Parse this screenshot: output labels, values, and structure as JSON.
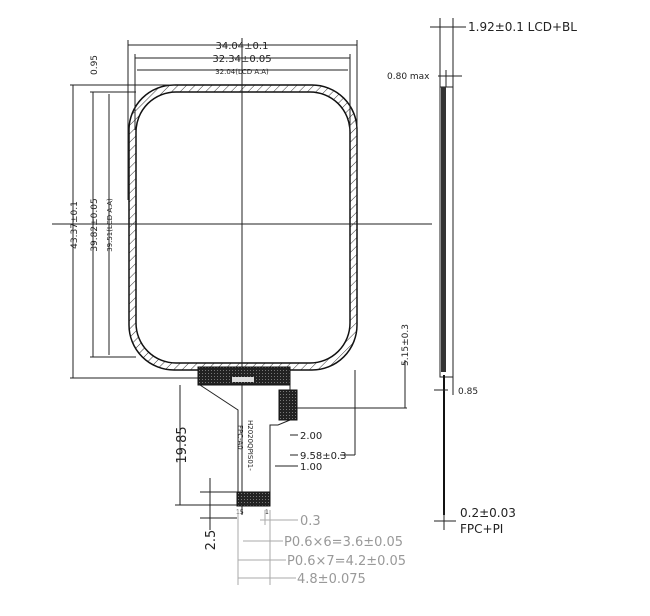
{
  "front_view": {
    "width_outline": "34.04±0.1",
    "width_glass": "32.34±0.05",
    "width_active_area": "32.04(LCD A.A)",
    "top_offset": "0.95",
    "height_outline": "43.37±0.1",
    "height_glass": "39.82±0.05",
    "height_active_area": "39.51(LCD A.A)",
    "fpc_offset": "5.15±0.3",
    "fpc_length": "19.85",
    "fpc_tab_width": "2.00",
    "fpc_tab_position": "9.58±0.3",
    "fpc_tab_gap": "1.00",
    "fpc_marking_1": "H2020QPIS01-",
    "fpc_marking_2": "FPC-A0",
    "pin_first": "15",
    "pin_last": "1",
    "finger_length": "2.5",
    "finger_width": "0.3",
    "pitch_6": "P0.6×6=3.6±0.05",
    "pitch_7": "P0.6×7=4.2±0.05",
    "connector_width": "4.8±0.075"
  },
  "side_view": {
    "total_thickness": "1.92±0.1 LCD+BL",
    "glass_thickness": "0.80 max",
    "step": "0.85",
    "fpc_thickness": "0.2±0.03",
    "fpc_label": "FPC+PI"
  }
}
